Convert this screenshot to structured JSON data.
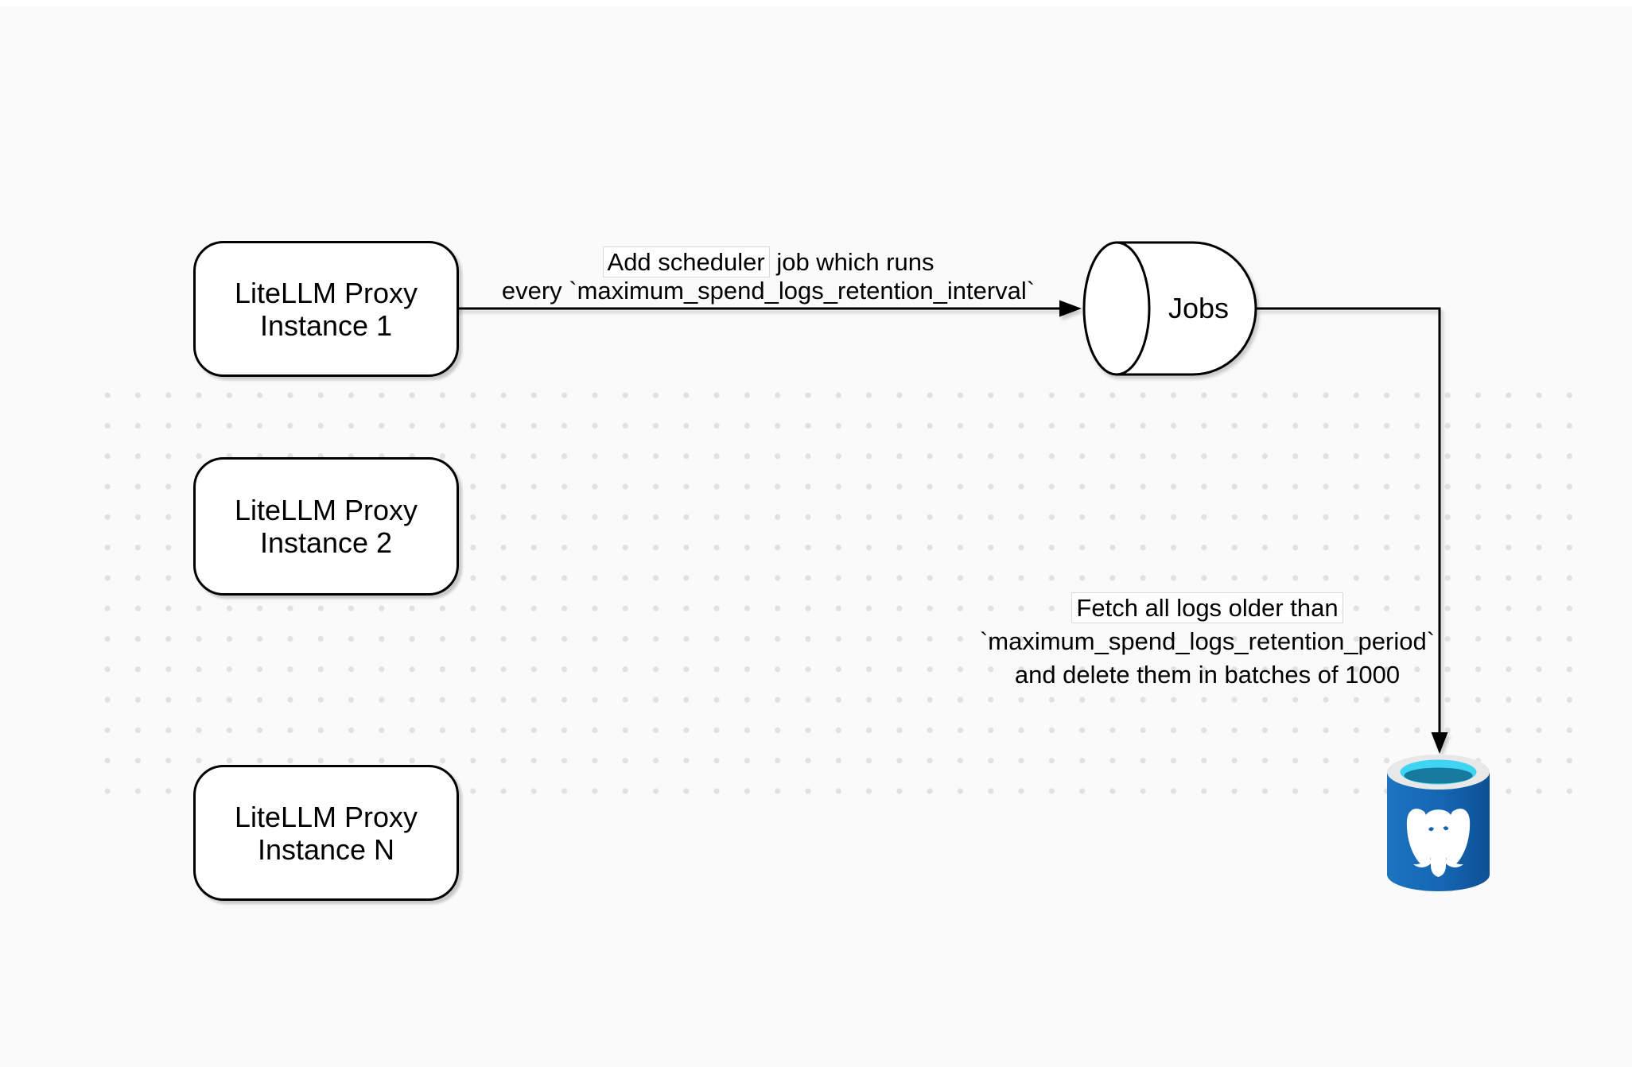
{
  "canvas": {
    "background": "#fafafa",
    "dot_color": "#e1e1e1"
  },
  "nodes": {
    "instance1": {
      "line1": "LiteLLM Proxy",
      "line2": "Instance 1"
    },
    "instance2": {
      "line1": "LiteLLM Proxy",
      "line2": "Instance 2"
    },
    "instanceN": {
      "line1": "LiteLLM Proxy",
      "line2": "Instance N"
    },
    "jobs": {
      "label": "Jobs"
    },
    "postgres": {
      "icon": "postgresql-database-icon"
    }
  },
  "edges": {
    "add_scheduler": {
      "line1_highlight": "Add scheduler",
      "line1_rest": " job which runs",
      "line2": "every `maximum_spend_logs_retention_interval`"
    },
    "fetch_delete": {
      "line1": "Fetch all logs older than",
      "line2": "`maximum_spend_logs_retention_period`",
      "line3": "and delete them in batches of 1000"
    }
  },
  "colors": {
    "stroke": "#000000",
    "postgres_body_light": "#1c74c0",
    "postgres_body": "#1565b2",
    "postgres_body_dark": "#0e5093",
    "postgres_rim": "#e8e8e8",
    "postgres_cyan": "#3fd4f4",
    "postgres_teal": "#157a9e"
  }
}
